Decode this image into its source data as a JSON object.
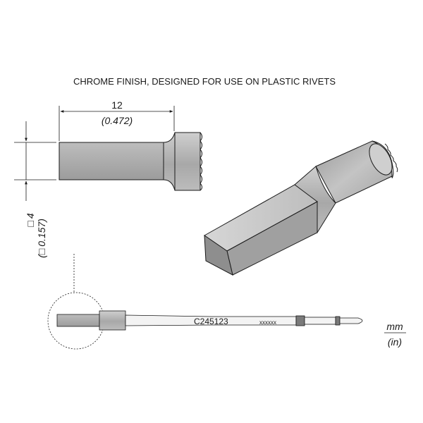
{
  "header": {
    "title": "CHROME FINISH, DESIGNED FOR USE ON PLASTIC RIVETS"
  },
  "dimensions": {
    "length_mm": "12",
    "length_in": "(0.472)",
    "width_mm": "4",
    "width_in": "0.157",
    "open_paren": "(",
    "close_paren": ")",
    "square_symbol": "□"
  },
  "cartridge": {
    "part_number": "C245123",
    "batch_code": "xxxxxx"
  },
  "units": {
    "metric": "mm",
    "imperial": "(in)"
  },
  "colors": {
    "line": "#1a1a1a",
    "tip_fill": "#a9a9a9",
    "tip_dark": "#7a7a7a",
    "ring_fill": "#c8c8c8",
    "shaft_fill": "#f2f2f2"
  }
}
